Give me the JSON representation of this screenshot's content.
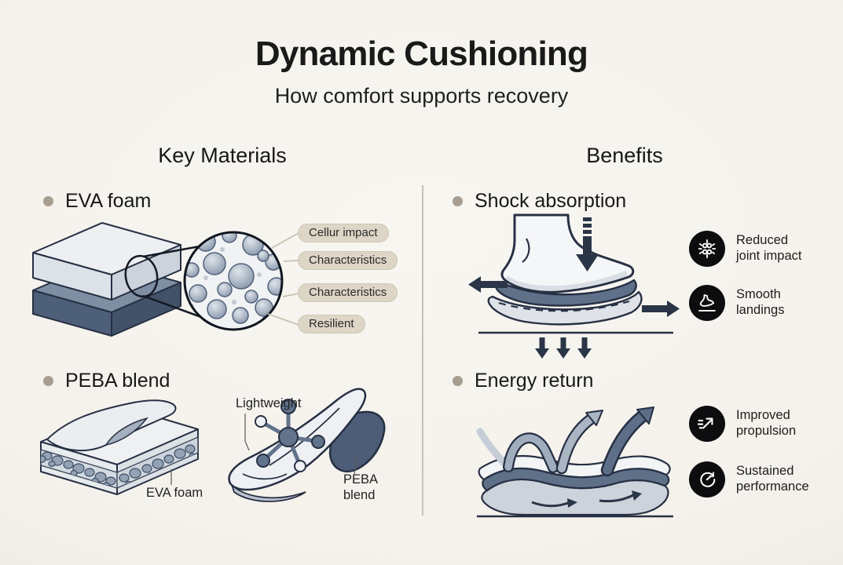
{
  "header": {
    "title": "Dynamic Cushioning",
    "subtitle": "How comfort supports recovery"
  },
  "materials": {
    "heading": "Key Materials",
    "eva": {
      "label": "EVA foam",
      "callouts": [
        "Cellur impact",
        "Characteristics",
        "Characteristics",
        "Resilient"
      ]
    },
    "peba": {
      "label": "PEBA blend",
      "layer_label": "EVA foam",
      "annotations": {
        "lightweight": "Lightweight",
        "peba_blend": "PEBA\nblend"
      }
    }
  },
  "benefits": {
    "heading": "Benefits",
    "shock": {
      "label": "Shock absorption",
      "badges": [
        {
          "icon": "joint-impact-icon",
          "label": "Reduced\njoint impact"
        },
        {
          "icon": "smooth-landing-icon",
          "label": "Smooth\nlandings"
        }
      ]
    },
    "energy": {
      "label": "Energy return",
      "badges": [
        {
          "icon": "propulsion-icon",
          "label": "Improved\npropulsion"
        },
        {
          "icon": "performance-icon",
          "label": "Sustained\nperformance"
        }
      ]
    }
  },
  "colors": {
    "background": "#f4f1eb",
    "outline_dark": "#273043",
    "slate": "#5f7089",
    "light_slate": "#dfe3e8",
    "bullet_dot": "#a89e90",
    "pill_bg": "#ddd6c6",
    "badge_bg": "#0d0d0f"
  }
}
